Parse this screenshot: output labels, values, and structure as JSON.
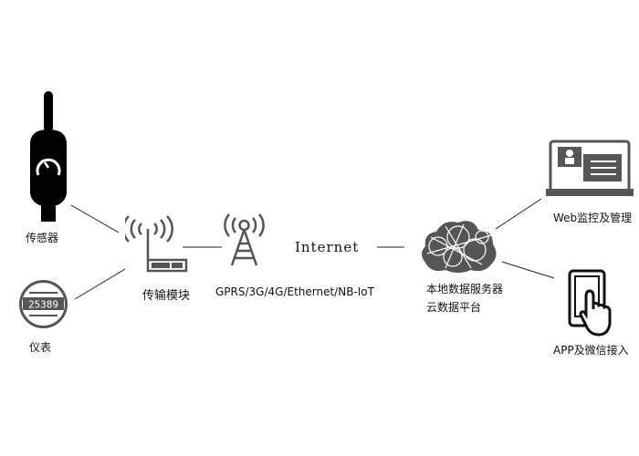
{
  "nodes": {
    "sensor": "传感器",
    "meter": "仪表",
    "meter_digits": "25389",
    "module": "传输模块",
    "network": "GPRS/3G/4G/Ethernet/NB-IoT",
    "internet": "Internet",
    "server_line1": "本地数据服务器",
    "server_line2": "云数据平台",
    "web": "Web监控及管理",
    "app": "APP及微信接入"
  },
  "colors": {
    "icon_dark": "#000000",
    "icon_gray": "#555555"
  }
}
